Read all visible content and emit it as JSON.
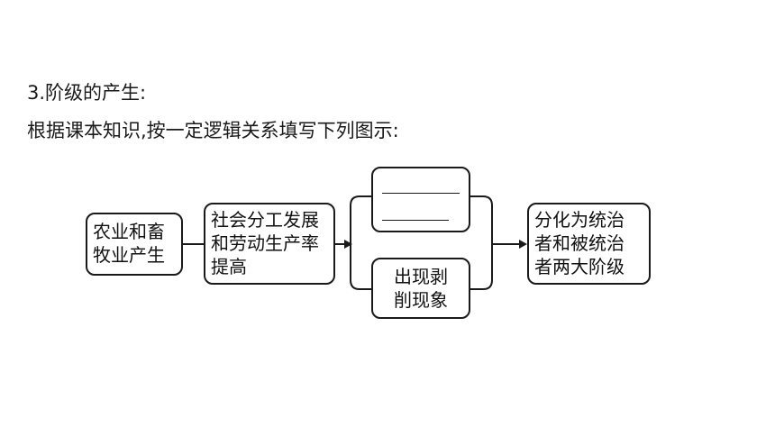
{
  "heading": "3.阶级的产生:",
  "instruction": "根据课本知识,按一定逻辑关系填写下列图示:",
  "diagram": {
    "nodes": {
      "n1": "农业和畜\n牧业产生",
      "n2": "社会分工发展\n和劳动生产率\n提高",
      "n3_blanks": [
        "",
        ""
      ],
      "n4": "出现剥\n削现象",
      "n5": "分化为统治\n者和被统治\n者两大阶级"
    },
    "edges": [
      {
        "from": "n1",
        "to": "n2"
      },
      {
        "from": "n2",
        "to": "n3"
      },
      {
        "from": "n2",
        "to": "n4"
      },
      {
        "from": "n3",
        "to": "n5"
      },
      {
        "from": "n4",
        "to": "n5"
      }
    ]
  }
}
